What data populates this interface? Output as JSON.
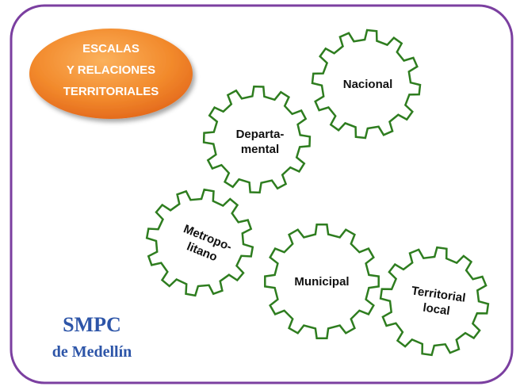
{
  "badge": {
    "lines": [
      "ESCALAS",
      "Y RELACIONES",
      "TERRITORIALES"
    ]
  },
  "gears": {
    "nacional": {
      "label": "Nacional"
    },
    "departamental": {
      "lines": [
        "Departa-",
        "mental"
      ]
    },
    "metropolitano": {
      "lines": [
        "Metropo-",
        "litano"
      ]
    },
    "municipal": {
      "label": "Municipal"
    },
    "territorial": {
      "lines": [
        "Territorial",
        "local"
      ]
    }
  },
  "brand": {
    "title": "SMPC",
    "subtitle": "de Medellín"
  },
  "colors": {
    "frame": "#7b3fa0",
    "gear_stroke": "#2e7d1f",
    "badge_fill": "#ef7d22",
    "brand_text": "#2d55a8"
  }
}
